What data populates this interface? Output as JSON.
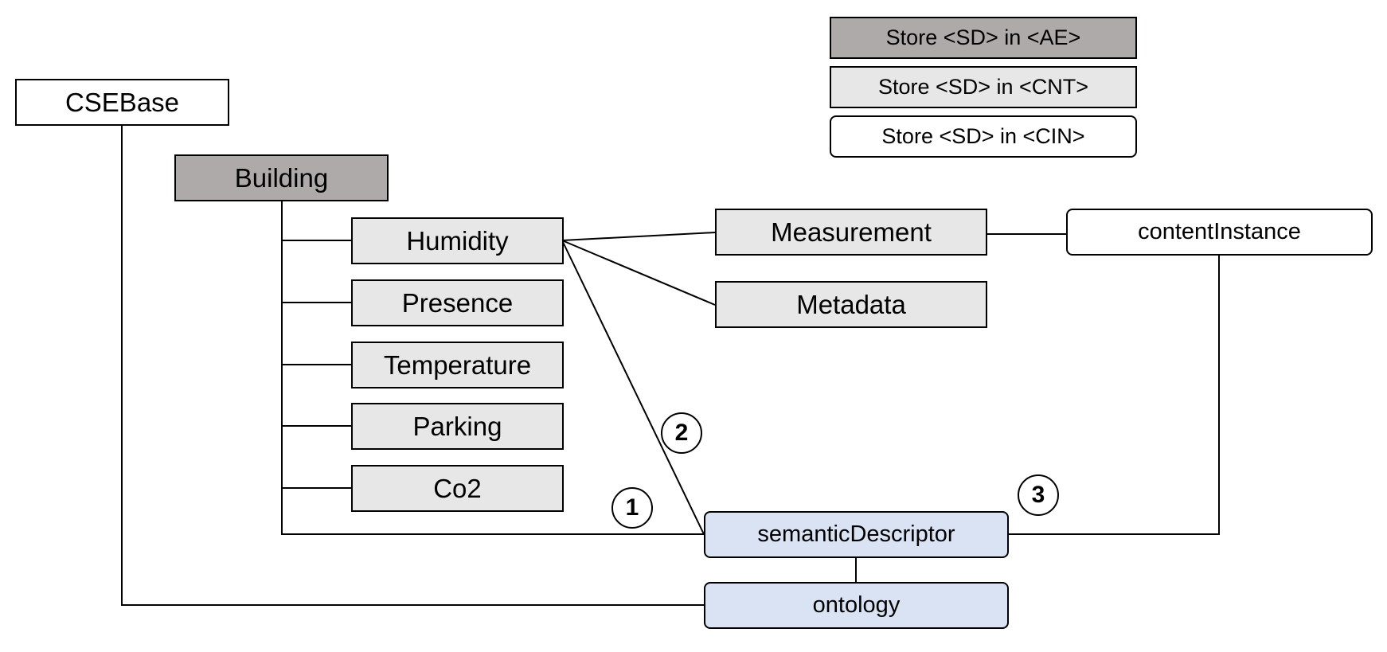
{
  "legend": [
    {
      "label": "Store <SD> in <AE>",
      "fill": "#aeaaaa"
    },
    {
      "label": "Store <SD> in <CNT>",
      "fill": "#e7e7e7"
    },
    {
      "label": "Store <SD> in <CIN>",
      "fill": "#ffffff"
    }
  ],
  "nodes": {
    "cse_base": "CSEBase",
    "building": "Building",
    "humidity": "Humidity",
    "presence": "Presence",
    "temperature": "Temperature",
    "parking": "Parking",
    "co2": "Co2",
    "measurement": "Measurement",
    "metadata": "Metadata",
    "content_instance": "contentInstance",
    "semantic_descriptor": "semanticDescriptor",
    "ontology": "ontology"
  },
  "markers": {
    "one": "1",
    "two": "2",
    "three": "3"
  },
  "colors": {
    "ae": "#aeaaaa",
    "cnt": "#e7e7e7",
    "cin": "#ffffff",
    "semantic": "#dae3f3",
    "line": "#000000"
  }
}
